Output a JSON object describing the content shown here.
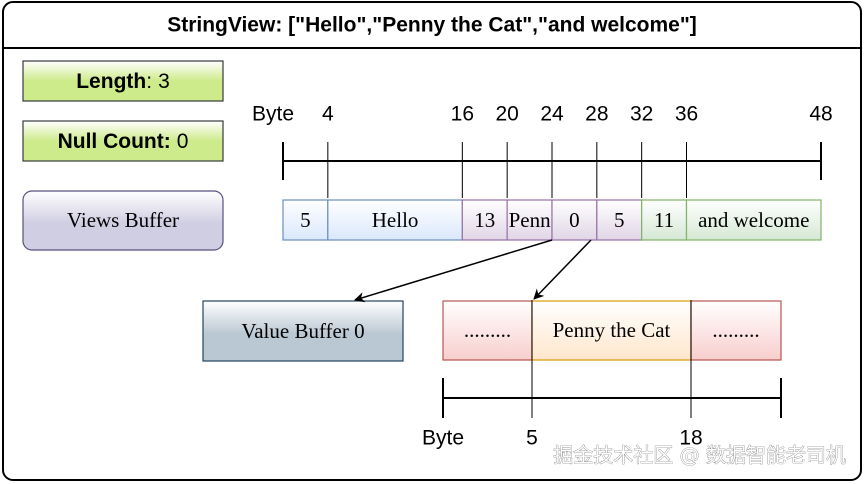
{
  "title": "StringView: [\"Hello\",\"Penny the Cat\",\"and welcome\"]",
  "length": {
    "label": "Length",
    "sep": ":",
    "value": "3"
  },
  "null_count": {
    "label": "Null Count:",
    "value": "0"
  },
  "views_buffer": {
    "label": "Views Buffer"
  },
  "value_buffer": {
    "label": "Value Buffer 0"
  },
  "views_scale": {
    "label": "Byte",
    "ticks": [
      {
        "value": 4,
        "label": "4"
      },
      {
        "value": 16,
        "label": "16"
      },
      {
        "value": 20,
        "label": "20"
      },
      {
        "value": 24,
        "label": "24"
      },
      {
        "value": 28,
        "label": "28"
      },
      {
        "value": 32,
        "label": "32"
      },
      {
        "value": 36,
        "label": "36"
      },
      {
        "value": 48,
        "label": "48"
      }
    ]
  },
  "views_cells": [
    {
      "text": "5",
      "color": "blue"
    },
    {
      "text": "Hello",
      "color": "blue"
    },
    {
      "text": "13",
      "color": "purple"
    },
    {
      "text": "Penn",
      "color": "purple"
    },
    {
      "text": "0",
      "color": "purple"
    },
    {
      "text": "5",
      "color": "purple"
    },
    {
      "text": "11",
      "color": "green"
    },
    {
      "text": "and welcome",
      "color": "green"
    }
  ],
  "value_cells": [
    {
      "text": ".........",
      "color": "red"
    },
    {
      "text": "Penny the Cat",
      "color": "orange"
    },
    {
      "text": ".........",
      "color": "red"
    }
  ],
  "value_scale": {
    "label": "Byte",
    "ticks": [
      {
        "value": 5,
        "label": "5"
      },
      {
        "value": 18,
        "label": "18"
      }
    ]
  },
  "watermark": "掘金技术社区 @ 数据智能老司机",
  "colors": {
    "badge_green": "#cdeb8b",
    "badge_purple": "#d0cee2",
    "badge_slate": "#bac8d3",
    "cell_blue": "#dae8fc",
    "cell_purple": "#e1d5e7",
    "cell_green": "#d5e8d4",
    "cell_red": "#f8cecc",
    "cell_orange": "#ffe6cc",
    "border_blue": "#6c8ebf",
    "border_purple": "#9673a6",
    "border_green": "#82b366",
    "border_red": "#b85450",
    "border_orange": "#d79b00",
    "ink": "#000000"
  }
}
